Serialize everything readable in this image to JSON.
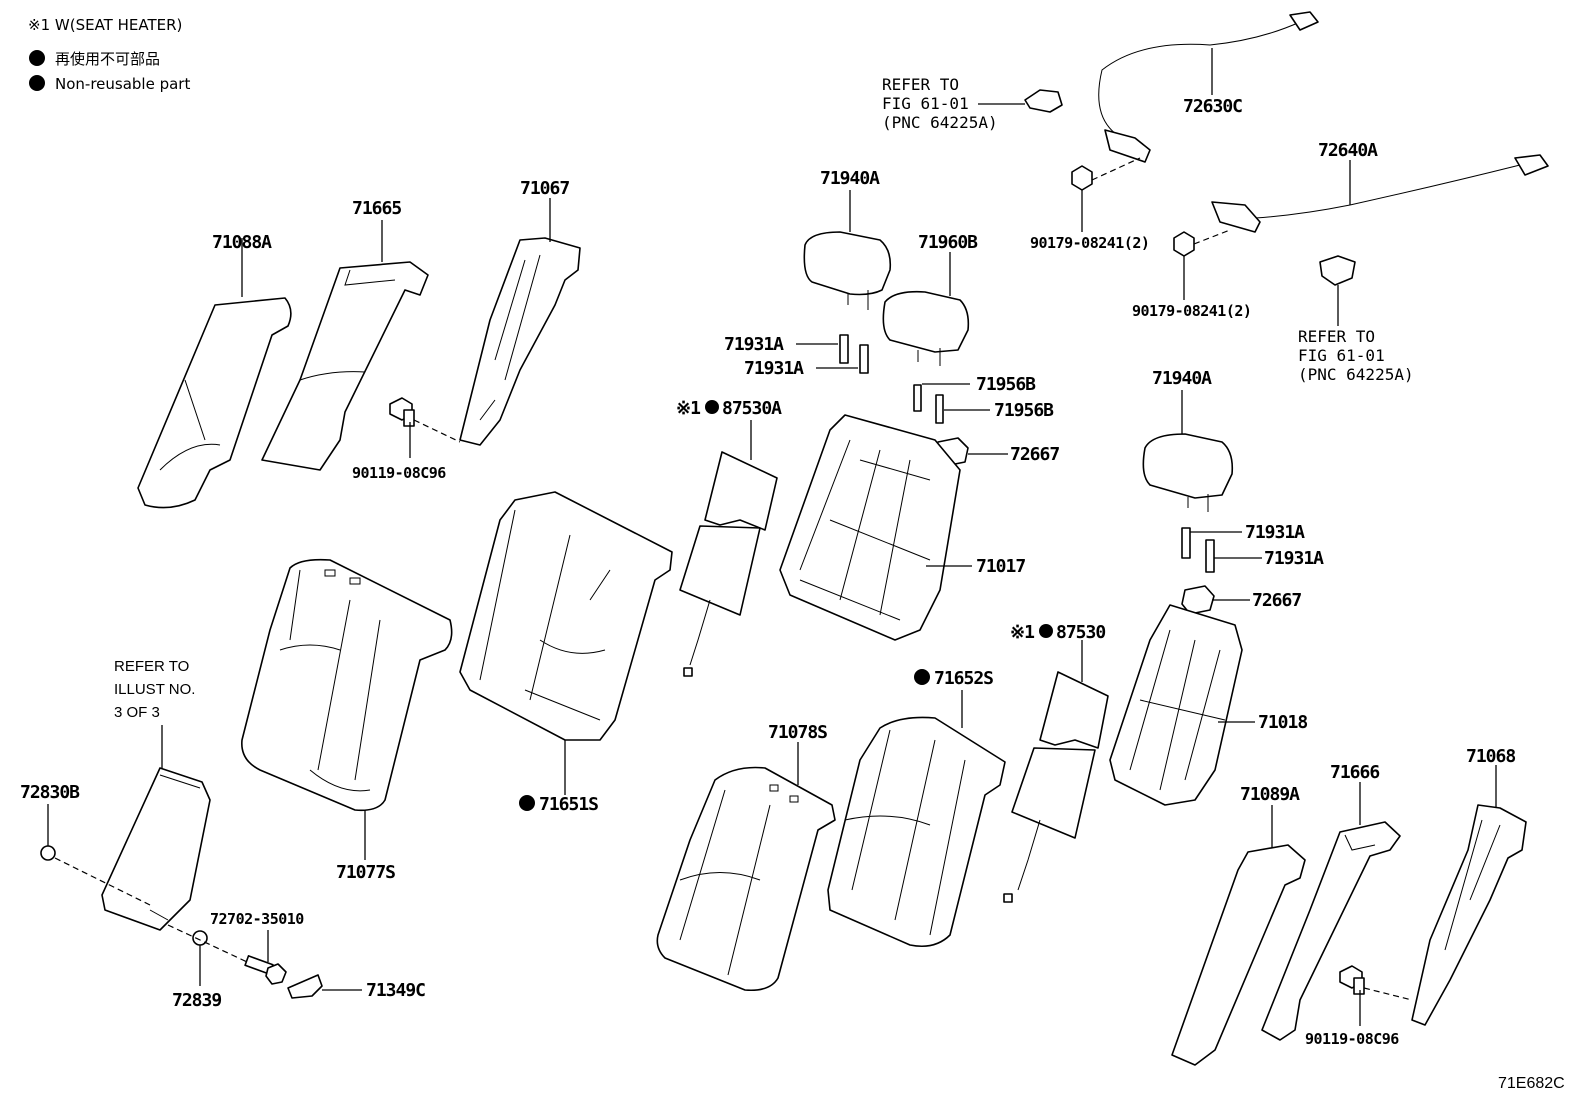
{
  "legend": {
    "note1": "※1 W(SEAT HEATER)",
    "nonreusable_jp": "再使用不可部品",
    "nonreusable_en": "Non-reusable part"
  },
  "refs": {
    "fig_top": {
      "line1": "REFER TO",
      "line2": "FIG 61-01",
      "line3": "(PNC 64225A)"
    },
    "fig_right": {
      "line1": "REFER TO",
      "line2": "FIG 61-01",
      "line3": "(PNC 64225A)"
    },
    "illust": {
      "line1": "REFER TO",
      "line2": "ILLUST NO.",
      "line3": "3 OF 3"
    }
  },
  "labels": {
    "p71088A": "71088A",
    "p71665": "71665",
    "p71067": "71067",
    "p90119_left": "90119-08C96",
    "p71940A_top": "71940A",
    "p71960B": "71960B",
    "p71931A_1": "71931A",
    "p71931A_2": "71931A",
    "p71956B_1": "71956B",
    "p71956B_2": "71956B",
    "p72667_1": "72667",
    "p71017": "71017",
    "p87530A": "87530A",
    "p87530A_prefix": "※1",
    "p72630C": "72630C",
    "p72640A": "72640A",
    "p90179_1": "90179-08241(2)",
    "p90179_2": "90179-08241(2)",
    "p71940A_right": "71940A",
    "p71931A_3": "71931A",
    "p71931A_4": "71931A",
    "p72667_2": "72667",
    "p87530": "87530",
    "p87530_prefix": "※1",
    "p71018": "71018",
    "p71652S": "71652S",
    "p71651S": "71651S",
    "p71078S": "71078S",
    "p71077S": "71077S",
    "p72830B": "72830B",
    "p72702": "72702-35010",
    "p72839": "72839",
    "p71349C": "71349C",
    "p71089A": "71089A",
    "p71666": "71666",
    "p71068": "71068",
    "p90119_right": "90119-08C96"
  },
  "diagram_code": "71E682C"
}
